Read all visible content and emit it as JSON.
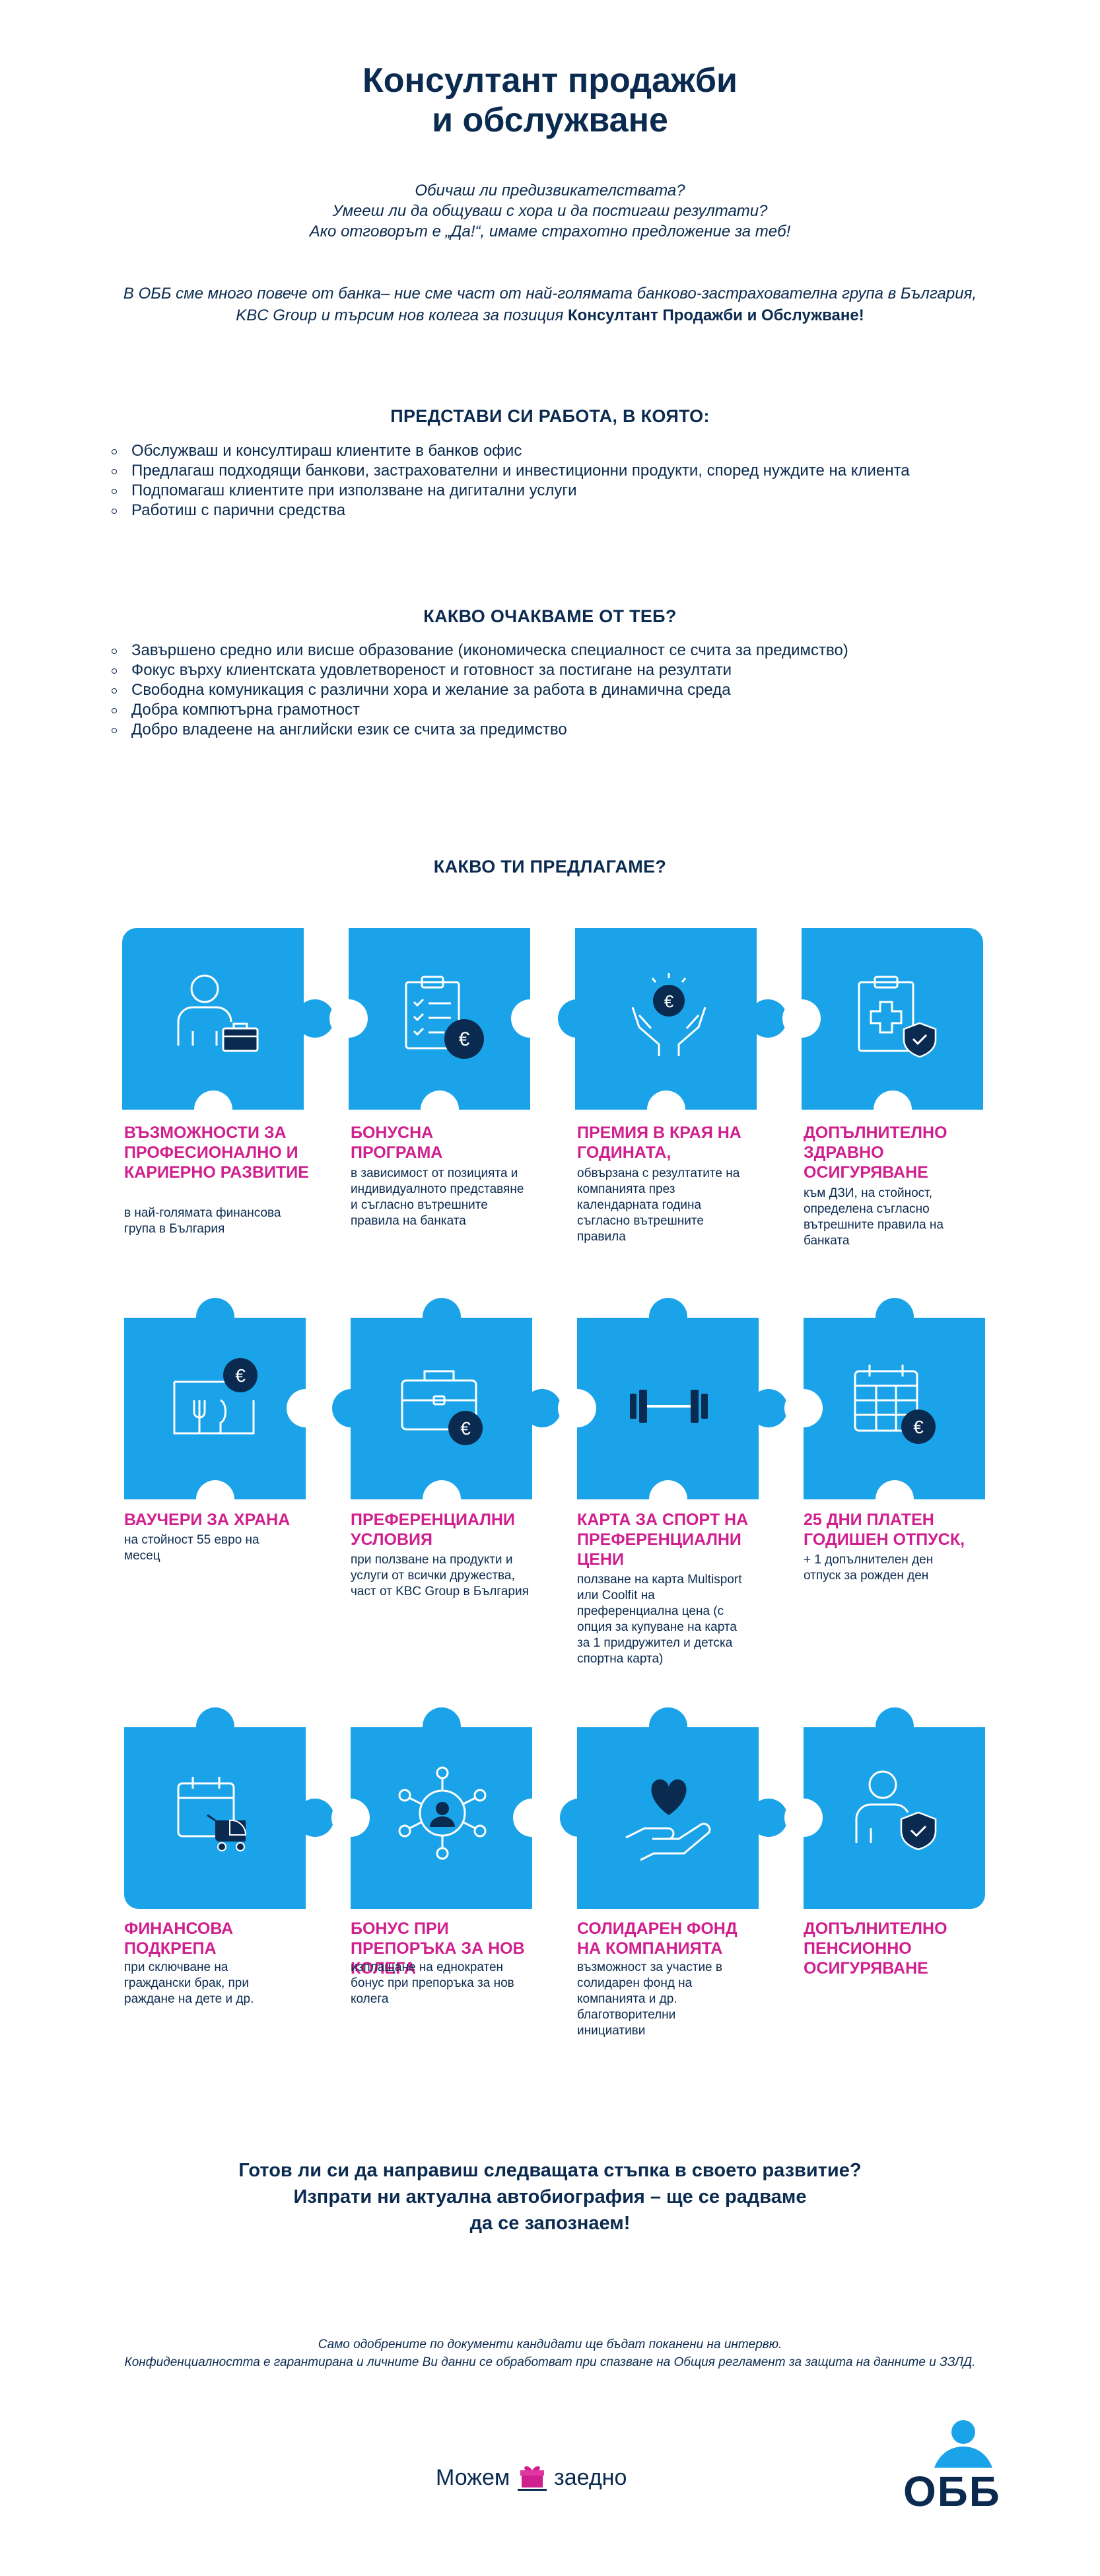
{
  "header": {
    "title_line1": "Консултант продажби",
    "title_line2": "и обслужване"
  },
  "intro": {
    "line1": "Обичаш ли предизвикателствата?",
    "line2": "Умееш ли да общуваш с хора и да постигаш резултати?",
    "line3": "Ако отговорът е „Да!“, имаме страхотно предложение за теб!"
  },
  "about": {
    "text1": "В ОББ сме много повече от банка– ние сме част от най-голямата банково-застрахователна група в България,",
    "text2": "KBC Group и търсим нов колега за позиция ",
    "position": "Консултант Продажби и Обслужване!"
  },
  "section_work": {
    "title": "ПРЕДСТАВИ СИ РАБОТА, В КОЯТО:",
    "items": [
      "Обслужваш и консултираш клиентите в банков офис",
      "Предлагаш подходящи банкови, застрахователни и инвестиционни продукти, според нуждите на клиента",
      "Подпомагаш клиентите при използване на дигитални услуги",
      "Работиш с парични средства"
    ]
  },
  "section_expect": {
    "title": "КАКВО ОЧАКВАМЕ ОТ ТЕБ?",
    "items": [
      "Завършено средно или висше образование (икономическа специалност се счита за предимство)",
      "Фокус върху клиентската удовлетвореност и готовност за постигане на резултати",
      "Свободна комуникация  с различни хора и желание за работа в динамична среда",
      "Добра компютърна грамотност",
      "Добро владеене на английски език се счита за предимство"
    ]
  },
  "section_offer": {
    "title": "КАКВО ТИ ПРЕДЛАГАМЕ?",
    "benefits": [
      {
        "icon": "person-briefcase-icon",
        "title": "ВЪЗМОЖНОСТИ ЗА ПРОФЕСИОНАЛНО И КАРИЕРНО РАЗВИТИЕ",
        "text": "в най-голямата финансова група в България"
      },
      {
        "icon": "clipboard-euro-icon",
        "title": "БОНУСНА ПРОГРАМА",
        "text": "в зависимост от позицията и индивидуалното представяне и съгласно вътрешните правила на банката"
      },
      {
        "icon": "hands-euro-icon",
        "title": "ПРЕМИЯ В КРАЯ НА ГОДИНАТА,",
        "text": "обвързана с резултатите на компанията през календарната година съгласно вътрешните правила"
      },
      {
        "icon": "health-insurance-icon",
        "title": "ДОПЪЛНИТЕЛНО ЗДРАВНО ОСИГУРЯВАНЕ",
        "text": "към ДЗИ, на стойност, определена съгласно вътрешните правила на банката"
      },
      {
        "icon": "food-voucher-icon",
        "title": "ВАУЧЕРИ ЗА ХРАНА",
        "text": "на стойност 55 евро на месец"
      },
      {
        "icon": "briefcase-euro-icon",
        "title": "ПРЕФЕРЕНЦИАЛНИ УСЛОВИЯ",
        "text": "при ползване на продукти и услуги от всички дружества, част от KBC Group в България"
      },
      {
        "icon": "dumbbell-icon",
        "title": "КАРТА ЗА СПОРТ НА ПРЕФЕРЕНЦИАЛНИ ЦЕНИ",
        "text": "ползване на карта Multisport или Coolfit на преференциална цена (с опция за купуване на карта за 1 придружител и детска спортна карта)"
      },
      {
        "icon": "calendar-euro-icon",
        "title": "25 ДНИ ПЛАТЕН ГОДИШЕН ОТПУСК,",
        "text": "+ 1 допълнителен ден отпуск за рожден ден"
      },
      {
        "icon": "calendar-stroller-icon",
        "title": "ФИНАНСОВА ПОДКРЕПА",
        "text": "при сключване на граждански брак, при раждане на дете и др."
      },
      {
        "icon": "referral-network-icon",
        "title": "БОНУС ПРИ ПРЕПОРЪКА ЗА НОВ КОЛЕГА",
        "text": "изплащане на еднократен бонус при препоръка за нов колега"
      },
      {
        "icon": "heart-hand-icon",
        "title": "СОЛИДАРЕН ФОНД НА КОМПАНИЯТА",
        "text": "възможност за участие в солидарен фонд на компанията и др. благотворителни инициативи"
      },
      {
        "icon": "person-shield-icon",
        "title": "ДОПЪЛНИТЕЛНО ПЕНСИОННО ОСИГУРЯВАНЕ",
        "text": ""
      }
    ]
  },
  "cta": {
    "line1": "Готов ли си да направиш следващата стъпка в своето развитие?",
    "line2": "Изпрати ни актуална автобиография – ще се радваме",
    "line3": "да се запознаем!"
  },
  "footer": {
    "note1": "Само одобрените по документи кандидати ще бъдат поканени на интервю.",
    "note2": "Конфиденциалността е гарантирана и личните Ви данни се обработват при спазване на Общия регламент за защита на данните и ЗЗЛД.",
    "slogan_word1": "Можем",
    "slogan_word2": "заедно",
    "logo": "ОББ"
  },
  "colors": {
    "navy": "#0a2a4f",
    "blue": "#1aa3e8",
    "magenta": "#d01f8e"
  }
}
